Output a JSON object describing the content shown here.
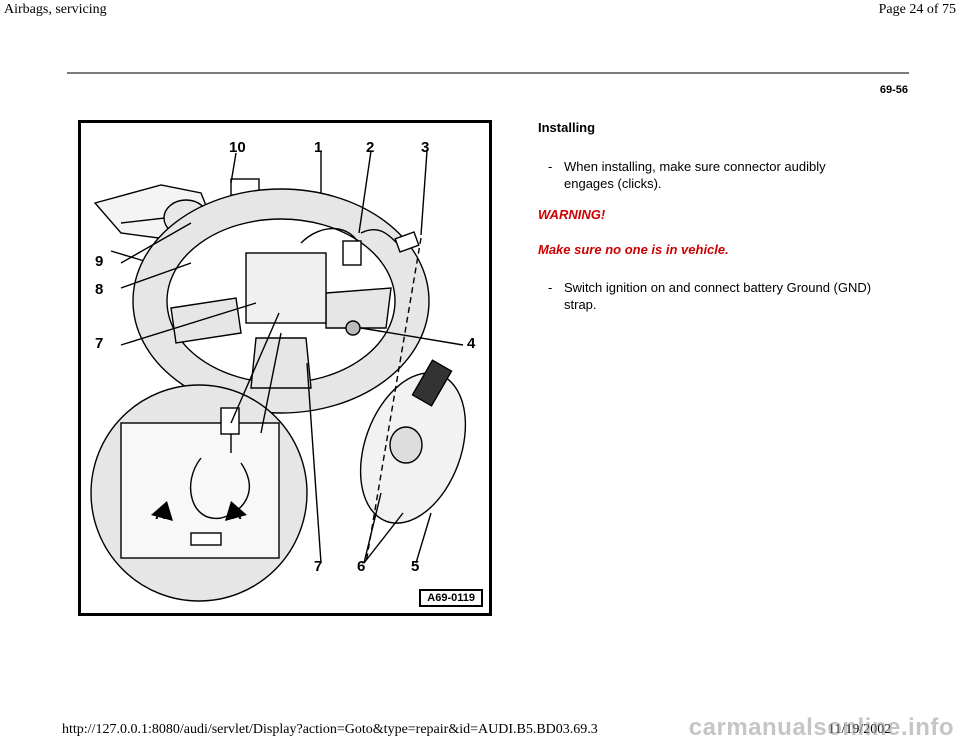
{
  "header": {
    "title": "Airbags, servicing",
    "page": "Page 24 of 75"
  },
  "page_number": "69-56",
  "figure": {
    "id": "A69-0119",
    "callouts": [
      "10",
      "1",
      "2",
      "3",
      "9",
      "8",
      "7",
      "4",
      "7",
      "6",
      "5",
      "A",
      "A"
    ]
  },
  "content": {
    "heading": "Installing",
    "step1": "When installing, make sure connector audibly engages (clicks).",
    "warning_title": "WARNING!",
    "warning_text": "Make sure no one is in vehicle.",
    "step2": "Switch ignition on and connect battery Ground (GND) strap.",
    "dash": "-"
  },
  "footer": {
    "url": "http://127.0.0.1:8080/audi/servlet/Display?action=Goto&type=repair&id=AUDI.B5.BD03.69.3",
    "date": "11/19/2002",
    "watermark": "carmanualsonline.info"
  }
}
